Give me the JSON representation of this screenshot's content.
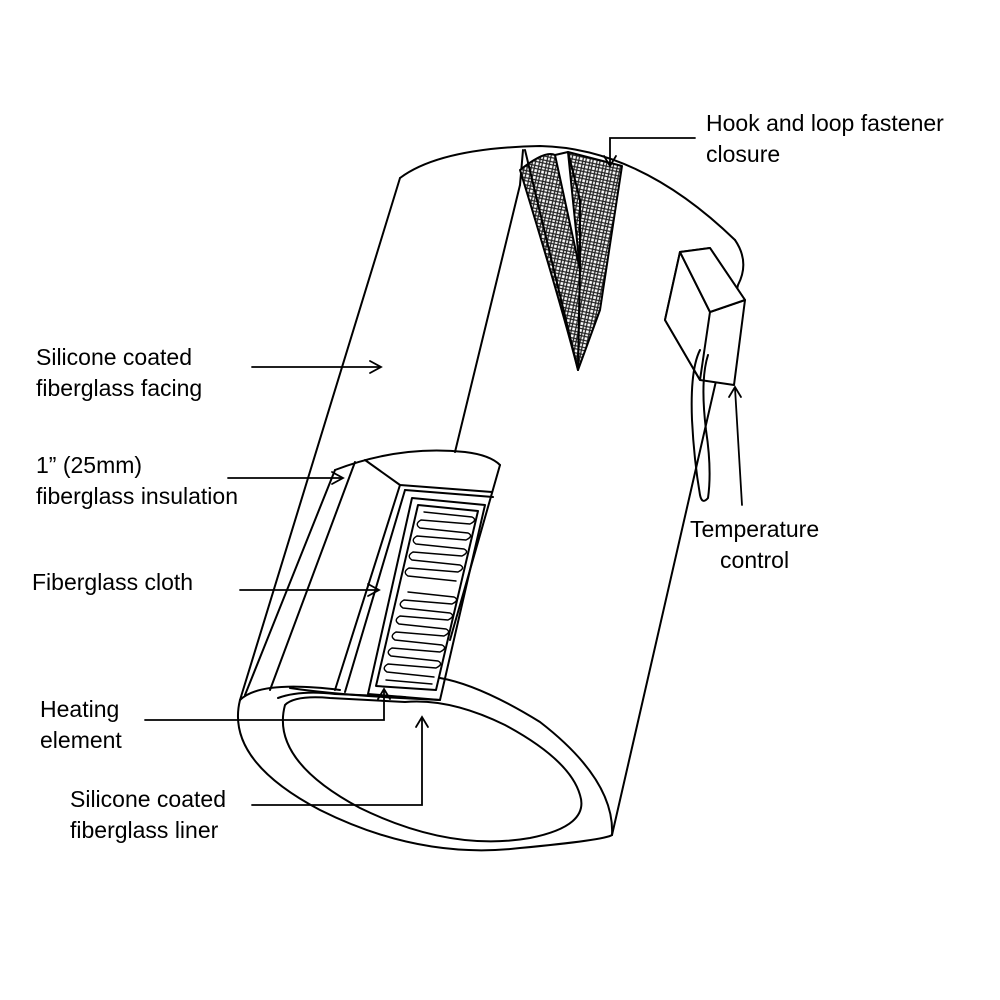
{
  "labels": {
    "hook_fastener": [
      "Hook and loop fastener",
      "closure"
    ],
    "facing": [
      "Silicone coated",
      "fiberglass facing"
    ],
    "insulation": [
      "1” (25mm)",
      "fiberglass insulation"
    ],
    "cloth": [
      "Fiberglass cloth"
    ],
    "heating_element": [
      "Heating",
      "element"
    ],
    "liner": [
      "Silicone coated",
      "fiberglass liner"
    ],
    "temperature_control": [
      "Temperature",
      "control"
    ]
  },
  "colors": {
    "line": "#000000",
    "background": "#ffffff",
    "mesh": "#222222"
  }
}
